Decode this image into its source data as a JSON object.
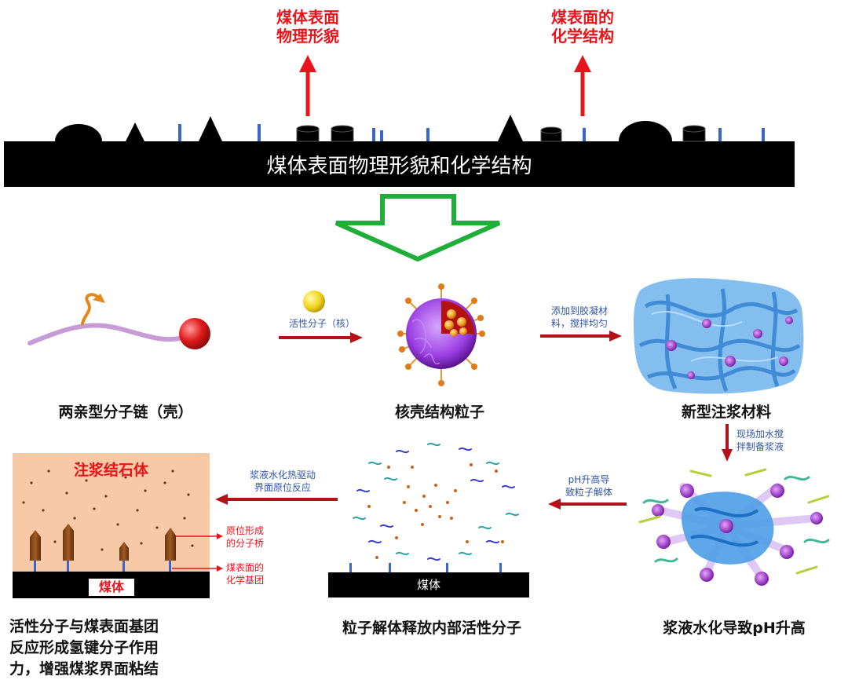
{
  "top": {
    "label_physical": [
      "煤体表面",
      "物理形貌"
    ],
    "label_chemical": [
      "煤表面的",
      "化学结构"
    ],
    "bar_text": "煤体表面物理形貌和化学结构"
  },
  "row1": {
    "cap1": "两亲型分子链（壳）",
    "cap2": "核壳结构粒子",
    "cap3": "新型注浆材料",
    "arrow1_label": "活性分子（核）",
    "arrow2_label": [
      "添加到胶凝材",
      "料，搅拌均匀"
    ]
  },
  "right_arrow_label": [
    "现场加水搅",
    "拌制备浆液"
  ],
  "row2": {
    "cap_right": "浆液水化导致pH升高",
    "cap_mid": "粒子解体释放内部活性分子",
    "cap_left": [
      "活性分子与煤表面基团",
      "反应形成氢键分子作用",
      "力，增强煤浆界面粘结"
    ],
    "arrow_ph_label": [
      "pH升高导",
      "致粒子解体"
    ],
    "arrow_heat_label": [
      "浆液水化热驱动",
      "界面原位反应"
    ],
    "stone_label": "注浆结石体",
    "coal_label_left": "煤体",
    "coal_label_mid": "煤体",
    "bridge_label": [
      "原位形成",
      "的分子桥"
    ],
    "groups_label": [
      "煤表面的",
      "化学基团"
    ]
  },
  "colors": {
    "red": "#e8141b",
    "dark_red": "#b3121a",
    "blue": "#2f56a8",
    "green": "#1fae3a",
    "stone": "#f7c9a7",
    "bar": "#000000"
  }
}
